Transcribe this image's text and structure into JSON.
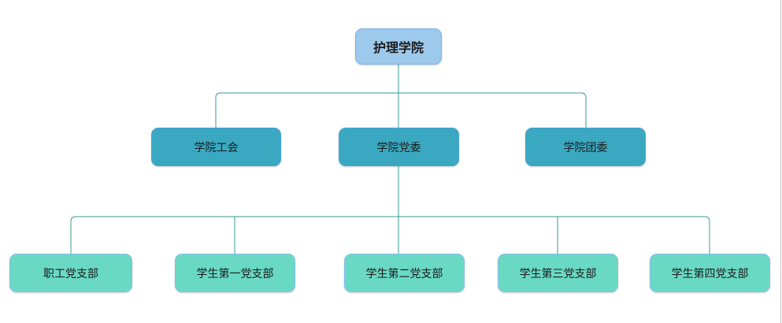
{
  "canvas": {
    "background": "#ffffff",
    "right_border_color": "#c4c4c4"
  },
  "connectors": {
    "color": "#359b94"
  },
  "nodes": {
    "root": {
      "label": "护理学院",
      "fill": "#9dc9ec",
      "border": "#7eb3e3"
    },
    "level2": [
      {
        "label": "学院工会",
        "fill": "#3aa8c1",
        "border": "#4ba0d4"
      },
      {
        "label": "学院党委",
        "fill": "#3aa8c1",
        "border": "#4ba0d4"
      },
      {
        "label": "学院团委",
        "fill": "#3aa8c1",
        "border": "#4ba0d4"
      }
    ],
    "level3": [
      {
        "label": "职工党支部",
        "fill": "#69d9c3",
        "border": "#8bbcec"
      },
      {
        "label": "学生第一党支部",
        "fill": "#69d9c3",
        "border": "#8bbcec"
      },
      {
        "label": "学生第二党支部",
        "fill": "#69d9c3",
        "border": "#8bbcec"
      },
      {
        "label": "学生第三党支部",
        "fill": "#69d9c3",
        "border": "#8bbcec"
      },
      {
        "label": "学生第四党支部",
        "fill": "#69d9c3",
        "border": "#8bbcec"
      }
    ]
  },
  "structure": {
    "edges": [
      [
        "护理学院",
        "学院工会"
      ],
      [
        "护理学院",
        "学院党委"
      ],
      [
        "护理学院",
        "学院团委"
      ],
      [
        "学院党委",
        "职工党支部"
      ],
      [
        "学院党委",
        "学生第一党支部"
      ],
      [
        "学院党委",
        "学生第二党支部"
      ],
      [
        "学院党委",
        "学生第三党支部"
      ],
      [
        "学院党委",
        "学生第四党支部"
      ]
    ]
  }
}
